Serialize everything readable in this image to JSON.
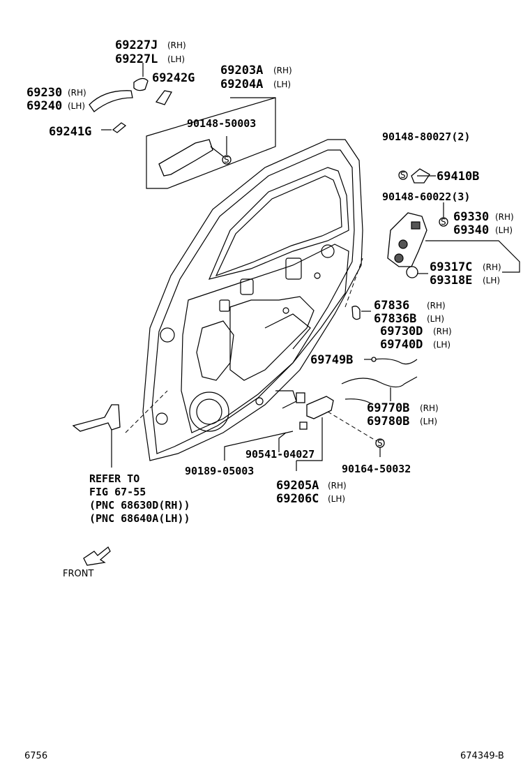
{
  "labels": {
    "p69227j": "69227J",
    "p69227l": "69227L",
    "p69242g": "69242G",
    "p69203a": "69203A",
    "p69204a": "69204A",
    "p69230": "69230",
    "p69240": "69240",
    "p69241g": "69241G",
    "p90148_50003": "90148-50003",
    "p90148_80027": "90148-80027(2)",
    "p69410b": "69410B",
    "p90148_60022": "90148-60022(3)",
    "p69330": "69330",
    "p69340": "69340",
    "p69317c": "69317C",
    "p69318e": "69318E",
    "p67836": "67836",
    "p67836b": "67836B",
    "p69730d": "69730D",
    "p69740d": "69740D",
    "p69749b": "69749B",
    "p69770b": "69770B",
    "p69780b": "69780B",
    "p90541_04027": "90541-04027",
    "p90189_05003": "90189-05003",
    "p90164_50032": "90164-50032",
    "p69205a": "69205A",
    "p69206c": "69206C"
  },
  "sides": {
    "rh": "(RH)",
    "lh": "(LH)"
  },
  "refer": {
    "line1": "REFER TO",
    "line2": "FIG 67-55",
    "line3": "(PNC 68630D(RH))",
    "line4": "(PNC 68640A(LH))"
  },
  "front_label": "FRONT",
  "footer": {
    "page": "6756",
    "drawing_id": "674349-B"
  },
  "screw_symbol": "S"
}
